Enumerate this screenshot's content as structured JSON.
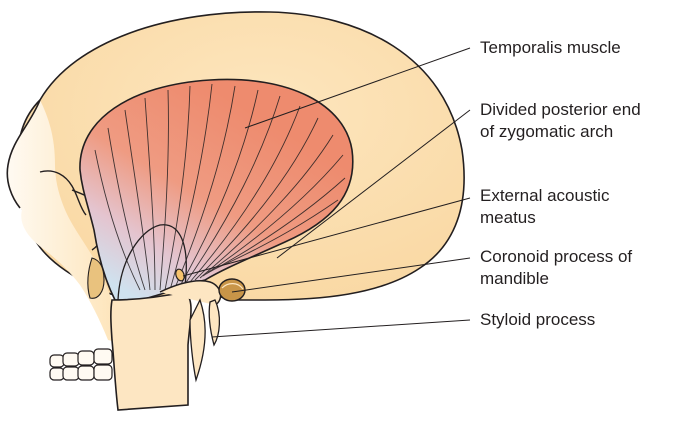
{
  "labels": {
    "temporalis": {
      "lines": [
        "Temporalis muscle"
      ]
    },
    "zygomatic": {
      "lines": [
        "Divided posterior end",
        "of zygomatic arch"
      ]
    },
    "acoustic": {
      "lines": [
        "External acoustic",
        "meatus"
      ]
    },
    "coronoid": {
      "lines": [
        "Coronoid process of",
        "mandible"
      ]
    },
    "styloid": {
      "lines": [
        "Styloid process"
      ]
    }
  },
  "colors": {
    "skull": "#fde2b3",
    "skull_shadow": "#f8d39a",
    "muscle": "#ef8f72",
    "tendon": "#cfe1ee",
    "outline": "#231f20",
    "leader": "#231f20"
  }
}
